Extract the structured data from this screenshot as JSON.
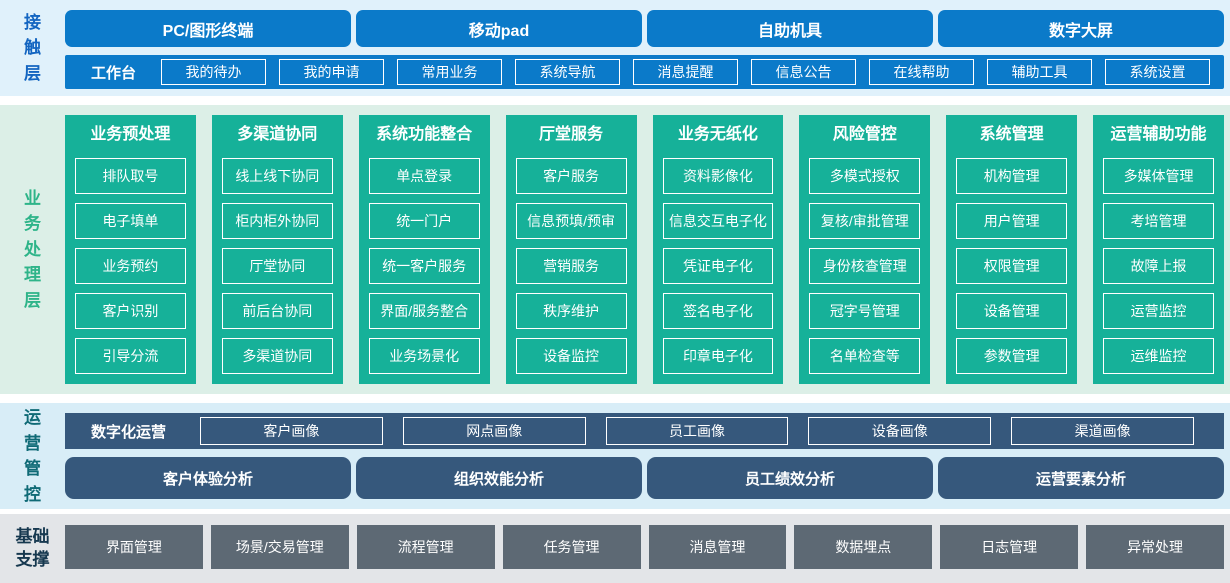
{
  "colors": {
    "contact_blue": "#0b7ac9",
    "contact_band_bg": "#e0f1fb",
    "contact_label_text": "#1365c1",
    "business_green": "#16b199",
    "business_band_bg": "#dcefe7",
    "business_label_text": "#2eb489",
    "ops_slate_blue": "#36587c",
    "ops_band_bg": "#d8edf7",
    "ops_label_text": "#0f6a76",
    "foundation_gray": "#5d6974",
    "foundation_band_bg": "#e3e5e8",
    "foundation_label_text": "#16384f",
    "box_text": "#ffffff"
  },
  "layers": {
    "contact": {
      "label": "接触层",
      "terminals": [
        "PC/图形终端",
        "移动pad",
        "自助机具",
        "数字大屏"
      ],
      "workbench": {
        "label": "工作台",
        "items": [
          "我的待办",
          "我的申请",
          "常用业务",
          "系统导航",
          "消息提醒",
          "信息公告",
          "在线帮助",
          "辅助工具",
          "系统设置"
        ]
      }
    },
    "business": {
      "label": "业务处理层",
      "columns": [
        {
          "title": "业务预处理",
          "items": [
            "排队取号",
            "电子填单",
            "业务预约",
            "客户识别",
            "引导分流"
          ]
        },
        {
          "title": "多渠道协同",
          "items": [
            "线上线下协同",
            "柜内柜外协同",
            "厅堂协同",
            "前后台协同",
            "多渠道协同"
          ]
        },
        {
          "title": "系统功能整合",
          "items": [
            "单点登录",
            "统一门户",
            "统一客户服务",
            "界面/服务整合",
            "业务场景化"
          ]
        },
        {
          "title": "厅堂服务",
          "items": [
            "客户服务",
            "信息预填/预审",
            "营销服务",
            "秩序维护",
            "设备监控"
          ]
        },
        {
          "title": "业务无纸化",
          "items": [
            "资料影像化",
            "信息交互电子化",
            "凭证电子化",
            "签名电子化",
            "印章电子化"
          ]
        },
        {
          "title": "风险管控",
          "items": [
            "多模式授权",
            "复核/审批管理",
            "身份核查管理",
            "冠字号管理",
            "名单检查等"
          ]
        },
        {
          "title": "系统管理",
          "items": [
            "机构管理",
            "用户管理",
            "权限管理",
            "设备管理",
            "参数管理"
          ]
        },
        {
          "title": "运营辅助功能",
          "items": [
            "多媒体管理",
            "考培管理",
            "故障上报",
            "运营监控",
            "运维监控"
          ]
        }
      ]
    },
    "operations": {
      "label": "运营管控",
      "digital_ops": {
        "label": "数字化运营",
        "items": [
          "客户画像",
          "网点画像",
          "员工画像",
          "设备画像",
          "渠道画像"
        ]
      },
      "analysis": [
        "客户体验分析",
        "组织效能分析",
        "员工绩效分析",
        "运营要素分析"
      ]
    },
    "foundation": {
      "label": "基础支撑",
      "items": [
        "界面管理",
        "场景/交易管理",
        "流程管理",
        "任务管理",
        "消息管理",
        "数据埋点",
        "日志管理",
        "异常处理"
      ]
    }
  }
}
